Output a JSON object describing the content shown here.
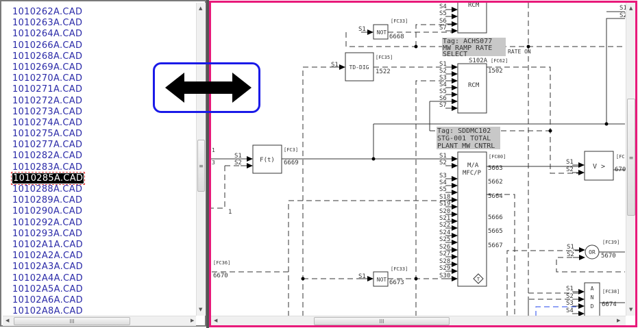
{
  "file_list": {
    "items": [
      "1010262A.CAD",
      "1010263A.CAD",
      "1010264A.CAD",
      "1010266A.CAD",
      "1010268A.CAD",
      "1010269A.CAD",
      "1010270A.CAD",
      "1010271A.CAD",
      "1010272A.CAD",
      "1010273A.CAD",
      "1010274A.CAD",
      "1010275A.CAD",
      "1010277A.CAD",
      "1010282A.CAD",
      "1010283A.CAD",
      "1010285A.CAD",
      "1010288A.CAD",
      "1010289A.CAD",
      "1010290A.CAD",
      "1010292A.CAD",
      "1010293A.CAD",
      "10102A1A.CAD",
      "10102A2A.CAD",
      "10102A3A.CAD",
      "10102A4A.CAD",
      "10102A5A.CAD",
      "10102A6A.CAD",
      "10102A8A.CAD"
    ],
    "selected": "1010285A.CAD"
  },
  "overlay": {
    "icon": "double-arrow-resize-icon",
    "border_color": "#1a1ae8"
  },
  "colors": {
    "viewer_border": "#e8197a",
    "list_text": "#2a2aa8"
  },
  "diagram": {
    "rcm_top": {
      "name": "RCM",
      "inputs": [
        "S4",
        "S5",
        "S6",
        "S7"
      ]
    },
    "not1": {
      "name": "NOT",
      "in": "S1",
      "fc": "[FC33]",
      "out": "6668"
    },
    "tag1": [
      "Tag: ACHS077",
      "MW RAMP RATE",
      "SELECT"
    ],
    "tag1_behind": {
      "rate_on": "RATE ON",
      "s102a": "S102A",
      "fc": "[FC62]"
    },
    "tddig": {
      "name": "TD-DIG",
      "in": "S1",
      "fc": "[FC35]",
      "out": "1522"
    },
    "rcm2": {
      "name": "RCM",
      "inputs": [
        "S1",
        "S2",
        "S3",
        "S4",
        "S5",
        "S6",
        "S7"
      ],
      "out": "1502"
    },
    "tag2": [
      "Tag: SDDMC102",
      "STG-001 TOTAL",
      "PLANT MW CNTRL"
    ],
    "ft": {
      "name": "F(t)",
      "inputs": [
        "S1",
        "S2"
      ],
      "fc": "[FC3]",
      "out": "6669"
    },
    "left_labels": {
      "a": "1",
      "b": "3",
      "c": "1"
    },
    "fc36": {
      "fc": "[FC36]",
      "out": "6670"
    },
    "ma": {
      "name": "M/A",
      "sub": "MFC/P",
      "fc": "[FC80]",
      "inputs": [
        "S1",
        "S2",
        "S3",
        "S4",
        "S5",
        "S18",
        "S19",
        "S20",
        "S21",
        "S22",
        "S24",
        "S25",
        "S26",
        "S27",
        "S28",
        "S29",
        "S30"
      ],
      "outputs": [
        "5663",
        "5662",
        "5664",
        "5666",
        "5665",
        "5667"
      ],
      "t": "T"
    },
    "not2": {
      "name": "NOT",
      "in": "S1",
      "fc": "[FC33]",
      "out": "6673"
    },
    "vgt": {
      "name": "V >",
      "inputs": [
        "S1",
        "S2"
      ],
      "fc": "[FC",
      "out": "670"
    },
    "or": {
      "name": "OR",
      "inputs": [
        "S1",
        "S2"
      ],
      "fc": "[FC39]",
      "out": "5670"
    },
    "and": {
      "name": [
        "A",
        "N",
        "D"
      ],
      "inputs": [
        "S1",
        "S2",
        "S3",
        "S4"
      ],
      "fc": "[FC38]",
      "out": "6674"
    },
    "top_right": {
      "s1": "S1",
      "s2": "S2"
    }
  },
  "scrollbars": {
    "left_grip": "≡",
    "right_grip": "≡",
    "h_grip": "III"
  }
}
